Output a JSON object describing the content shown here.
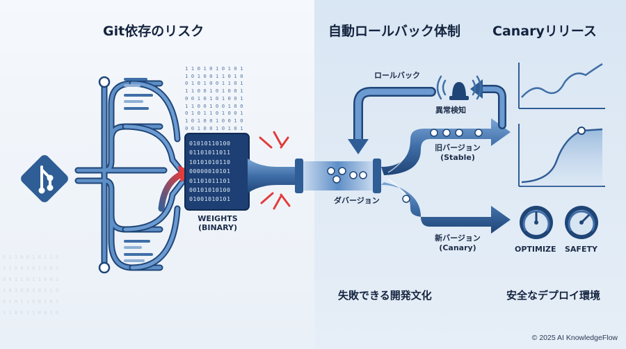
{
  "headings": {
    "git_risk": "Git依存のリスク",
    "auto_rollback": "自動ロールバック体制",
    "canary_release": "Canaryリリース"
  },
  "labels": {
    "weights_line1": "WEIGHTS",
    "weights_line2": "(BINARY)",
    "rollback": "ロールバック",
    "anomaly": "異常検知",
    "old_version": "旧バージョン",
    "old_version_tag": "(Stable)",
    "dark_version": "ダバージョン",
    "new_version": "新バージョン",
    "new_version_tag": "(Canary)",
    "optimize": "OPTIMIZE",
    "safety": "SAFETY"
  },
  "bottom_captions": {
    "culture": "失敗できる開発文化",
    "deploy": "安全なデプロイ環境"
  },
  "binary_block": [
    "01010110100",
    "01101011011",
    "10101010110",
    "00000010101",
    "01101011101",
    "00101010100",
    "01001010101"
  ],
  "binary_stream": [
    "1 1 0 1 0 1 0 1 0 1",
    "1 0 1 0 0 1 1 0 1 0",
    "0 1 0 1 0 0 1 1 0 1",
    "1 1 0 0 1 0 1 0 0 1",
    "0 0 1 0 1 0 1 0 0 1",
    "1 1 0 0 1 0 0 1 0 0",
    "0 1 0 1 1 0 1 0 0 1",
    "1 0 1 0 0 1 0 0 1 0",
    "0 0 1 0 0 1 0 1 0 1"
  ],
  "copyright": "© 2025 AI KnowledgeFlow",
  "colors": {
    "pipe": "#3f6ea7",
    "pipe_dark": "#1f4577",
    "accent_red": "#e23c3c",
    "text_dark": "#14243f"
  }
}
